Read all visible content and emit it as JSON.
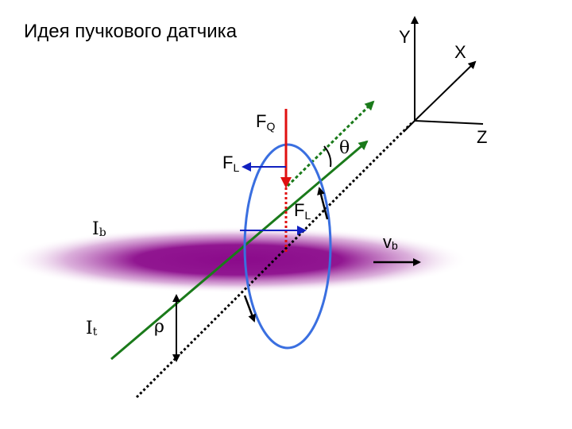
{
  "title": "Идея пучкового датчика",
  "axes": {
    "y": "Y",
    "x": "X",
    "z": "Z"
  },
  "labels": {
    "fq": {
      "main": "F",
      "sub": "Q"
    },
    "fl_top": {
      "main": "F",
      "sub": "L"
    },
    "fl_right": {
      "main": "F",
      "sub": "L"
    },
    "theta": "θ",
    "ib": {
      "main": "I",
      "sub": "b"
    },
    "it": {
      "main": "I",
      "sub": "t"
    },
    "vb": {
      "main": "v",
      "sub": "b"
    },
    "rho": "ρ"
  },
  "colors": {
    "beam": "#8b0a8b",
    "track": "#1a7a1a",
    "ring": "#3a6fe0",
    "force_q": "#e01010",
    "force_l": "#1020c0",
    "axes": "#000000"
  }
}
